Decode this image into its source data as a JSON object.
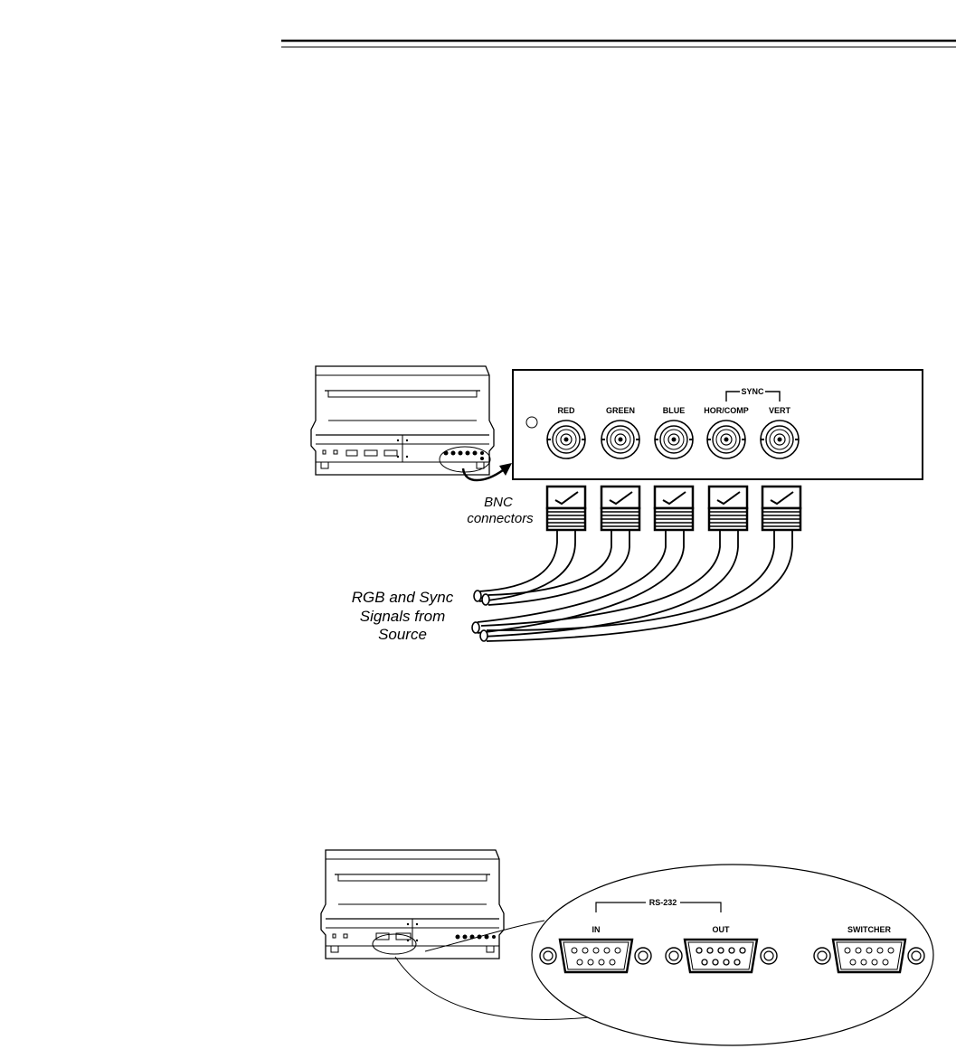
{
  "figure1": {
    "sync_label": "SYNC",
    "connectors": [
      {
        "label": "RED"
      },
      {
        "label": "GREEN"
      },
      {
        "label": "BLUE"
      },
      {
        "label": "HOR/COMP"
      },
      {
        "label": "VERT"
      }
    ],
    "callout_line1": "BNC",
    "callout_line2": "connectors",
    "source_line1": "RGB and Sync",
    "source_line2": "Signals from",
    "source_line3": "Source"
  },
  "figure2": {
    "group_label": "RS-232",
    "ports": [
      {
        "label": "IN"
      },
      {
        "label": "OUT"
      },
      {
        "label": "SWITCHER"
      }
    ]
  }
}
